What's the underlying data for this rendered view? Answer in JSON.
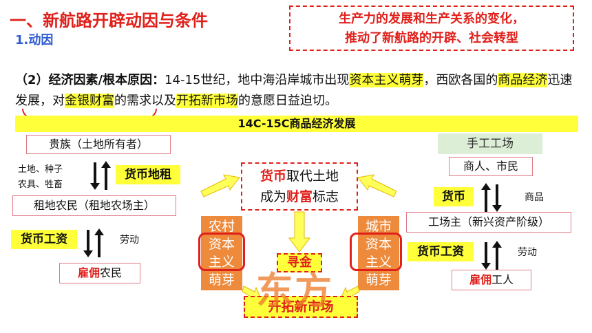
{
  "header": {
    "title": "一、新航路开辟动因与条件",
    "subtitle": "1.动因",
    "note_line1": "生产力的发展和生产关系的变化，",
    "note_line2": "推动了新航路的开辟、社会转型"
  },
  "paragraph": {
    "label": "（2）经济因素/根本原因：",
    "t1": "14-15世纪，地中海沿岸城市出现",
    "h1": "资本主义萌芽",
    "t2": "，西欧各国的",
    "h2": "商品经济",
    "t3": "迅速发展",
    "t4": "，对",
    "h3": "金银财富",
    "t5": "的需求以及",
    "h4": "开拓新市场",
    "t6": "的意愿日益迫切。"
  },
  "banner": "14C-15C商品经济发展",
  "left": {
    "noble": "贵族（土地所有者）",
    "goods_line1": "土地、种子",
    "goods_line2": "农具、牲畜",
    "rent": "货币地租",
    "tenant": "租地农民（租地农场主）",
    "wage": "货币工资",
    "labor": "劳动",
    "hired_red": "雇佣",
    "hired_rest": "农民"
  },
  "center": {
    "money_red": "货币",
    "money_rest": "取代土地",
    "wealth_pre": "成为",
    "wealth_red": "财富",
    "wealth_post": "标志",
    "rural": [
      "农村",
      "资本",
      "主义",
      "萌芽"
    ],
    "urban": [
      "城市",
      "资本",
      "主义",
      "萌芽"
    ],
    "gold": "寻金",
    "market": "开拓新市场",
    "watermark": "东方"
  },
  "right": {
    "workshop": "手工工场",
    "merchants": "商人、市民",
    "money": "货币",
    "goods": "商品",
    "owner": "工场主（新兴资产阶级）",
    "wage": "货币工资",
    "labor": "劳动",
    "hired_red": "雇佣",
    "hired_rest": "工人"
  },
  "colors": {
    "red": "#e0201b",
    "blue": "#2e5bd1",
    "yellow": "#ffff3a",
    "orange": "#ee8a3c",
    "green": "#dcefd6"
  }
}
